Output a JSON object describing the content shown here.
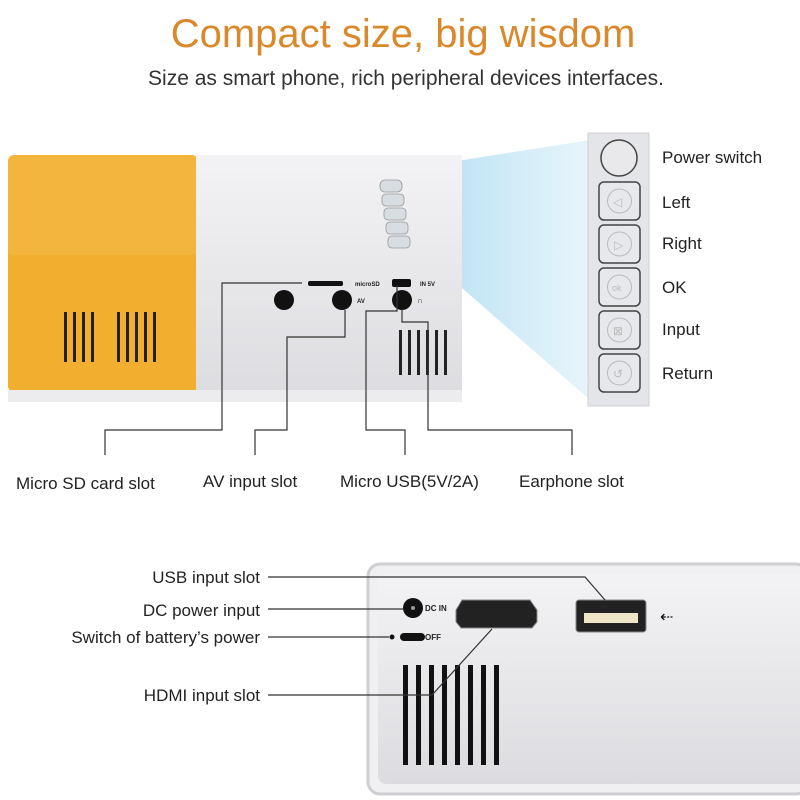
{
  "header": {
    "title": "Compact size, big wisdom",
    "subtitle": "Size as smart phone, rich peripheral devices interfaces."
  },
  "colors": {
    "accent": "#d9892b",
    "body_orange": "#f2ae2e",
    "body_white": "#e9e9ec",
    "beam": "#bfe3f3"
  },
  "buttons": [
    {
      "label": "Power switch",
      "icon": "power-button-icon"
    },
    {
      "label": "Left",
      "icon": "left-arrow-icon"
    },
    {
      "label": "Right",
      "icon": "right-arrow-icon"
    },
    {
      "label": "OK",
      "icon": "ok-icon"
    },
    {
      "label": "Input",
      "icon": "input-icon"
    },
    {
      "label": "Return",
      "icon": "return-icon"
    }
  ],
  "side_ports": {
    "microsd_mark": "microSD",
    "usb_mark": "IN 5V",
    "av_mark": "AV"
  },
  "side_labels": [
    "Micro SD card slot",
    "AV input slot",
    "Micro USB(5V/2A)",
    "Earphone slot"
  ],
  "rear_marks": {
    "dc_in": "DC IN",
    "off": "OFF"
  },
  "rear_labels": [
    "USB input slot",
    "DC power input",
    "Switch of battery’s power",
    "HDMI input slot"
  ]
}
